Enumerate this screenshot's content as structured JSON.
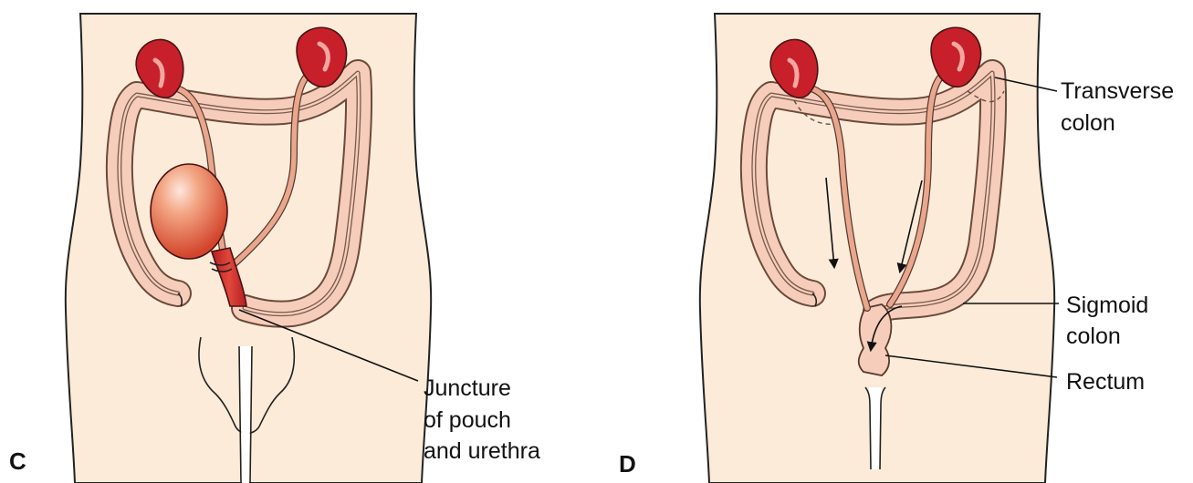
{
  "panels": {
    "left": {
      "letter": "C",
      "callout": {
        "line1": "Juncture",
        "line2": "of pouch",
        "line3": "and urethra"
      }
    },
    "right": {
      "letter": "D",
      "callouts": {
        "transverse_line1": "Transverse",
        "transverse_line2": "colon",
        "sigmoid_line1": "Sigmoid",
        "sigmoid_line2": "colon",
        "rectum": "Rectum"
      }
    }
  },
  "colors": {
    "skin": "#fcebd9",
    "colon": "#f6cdbb",
    "kidney": "#c8202a",
    "pouch": "#e05a3a",
    "ureter": "#e9a78e"
  }
}
